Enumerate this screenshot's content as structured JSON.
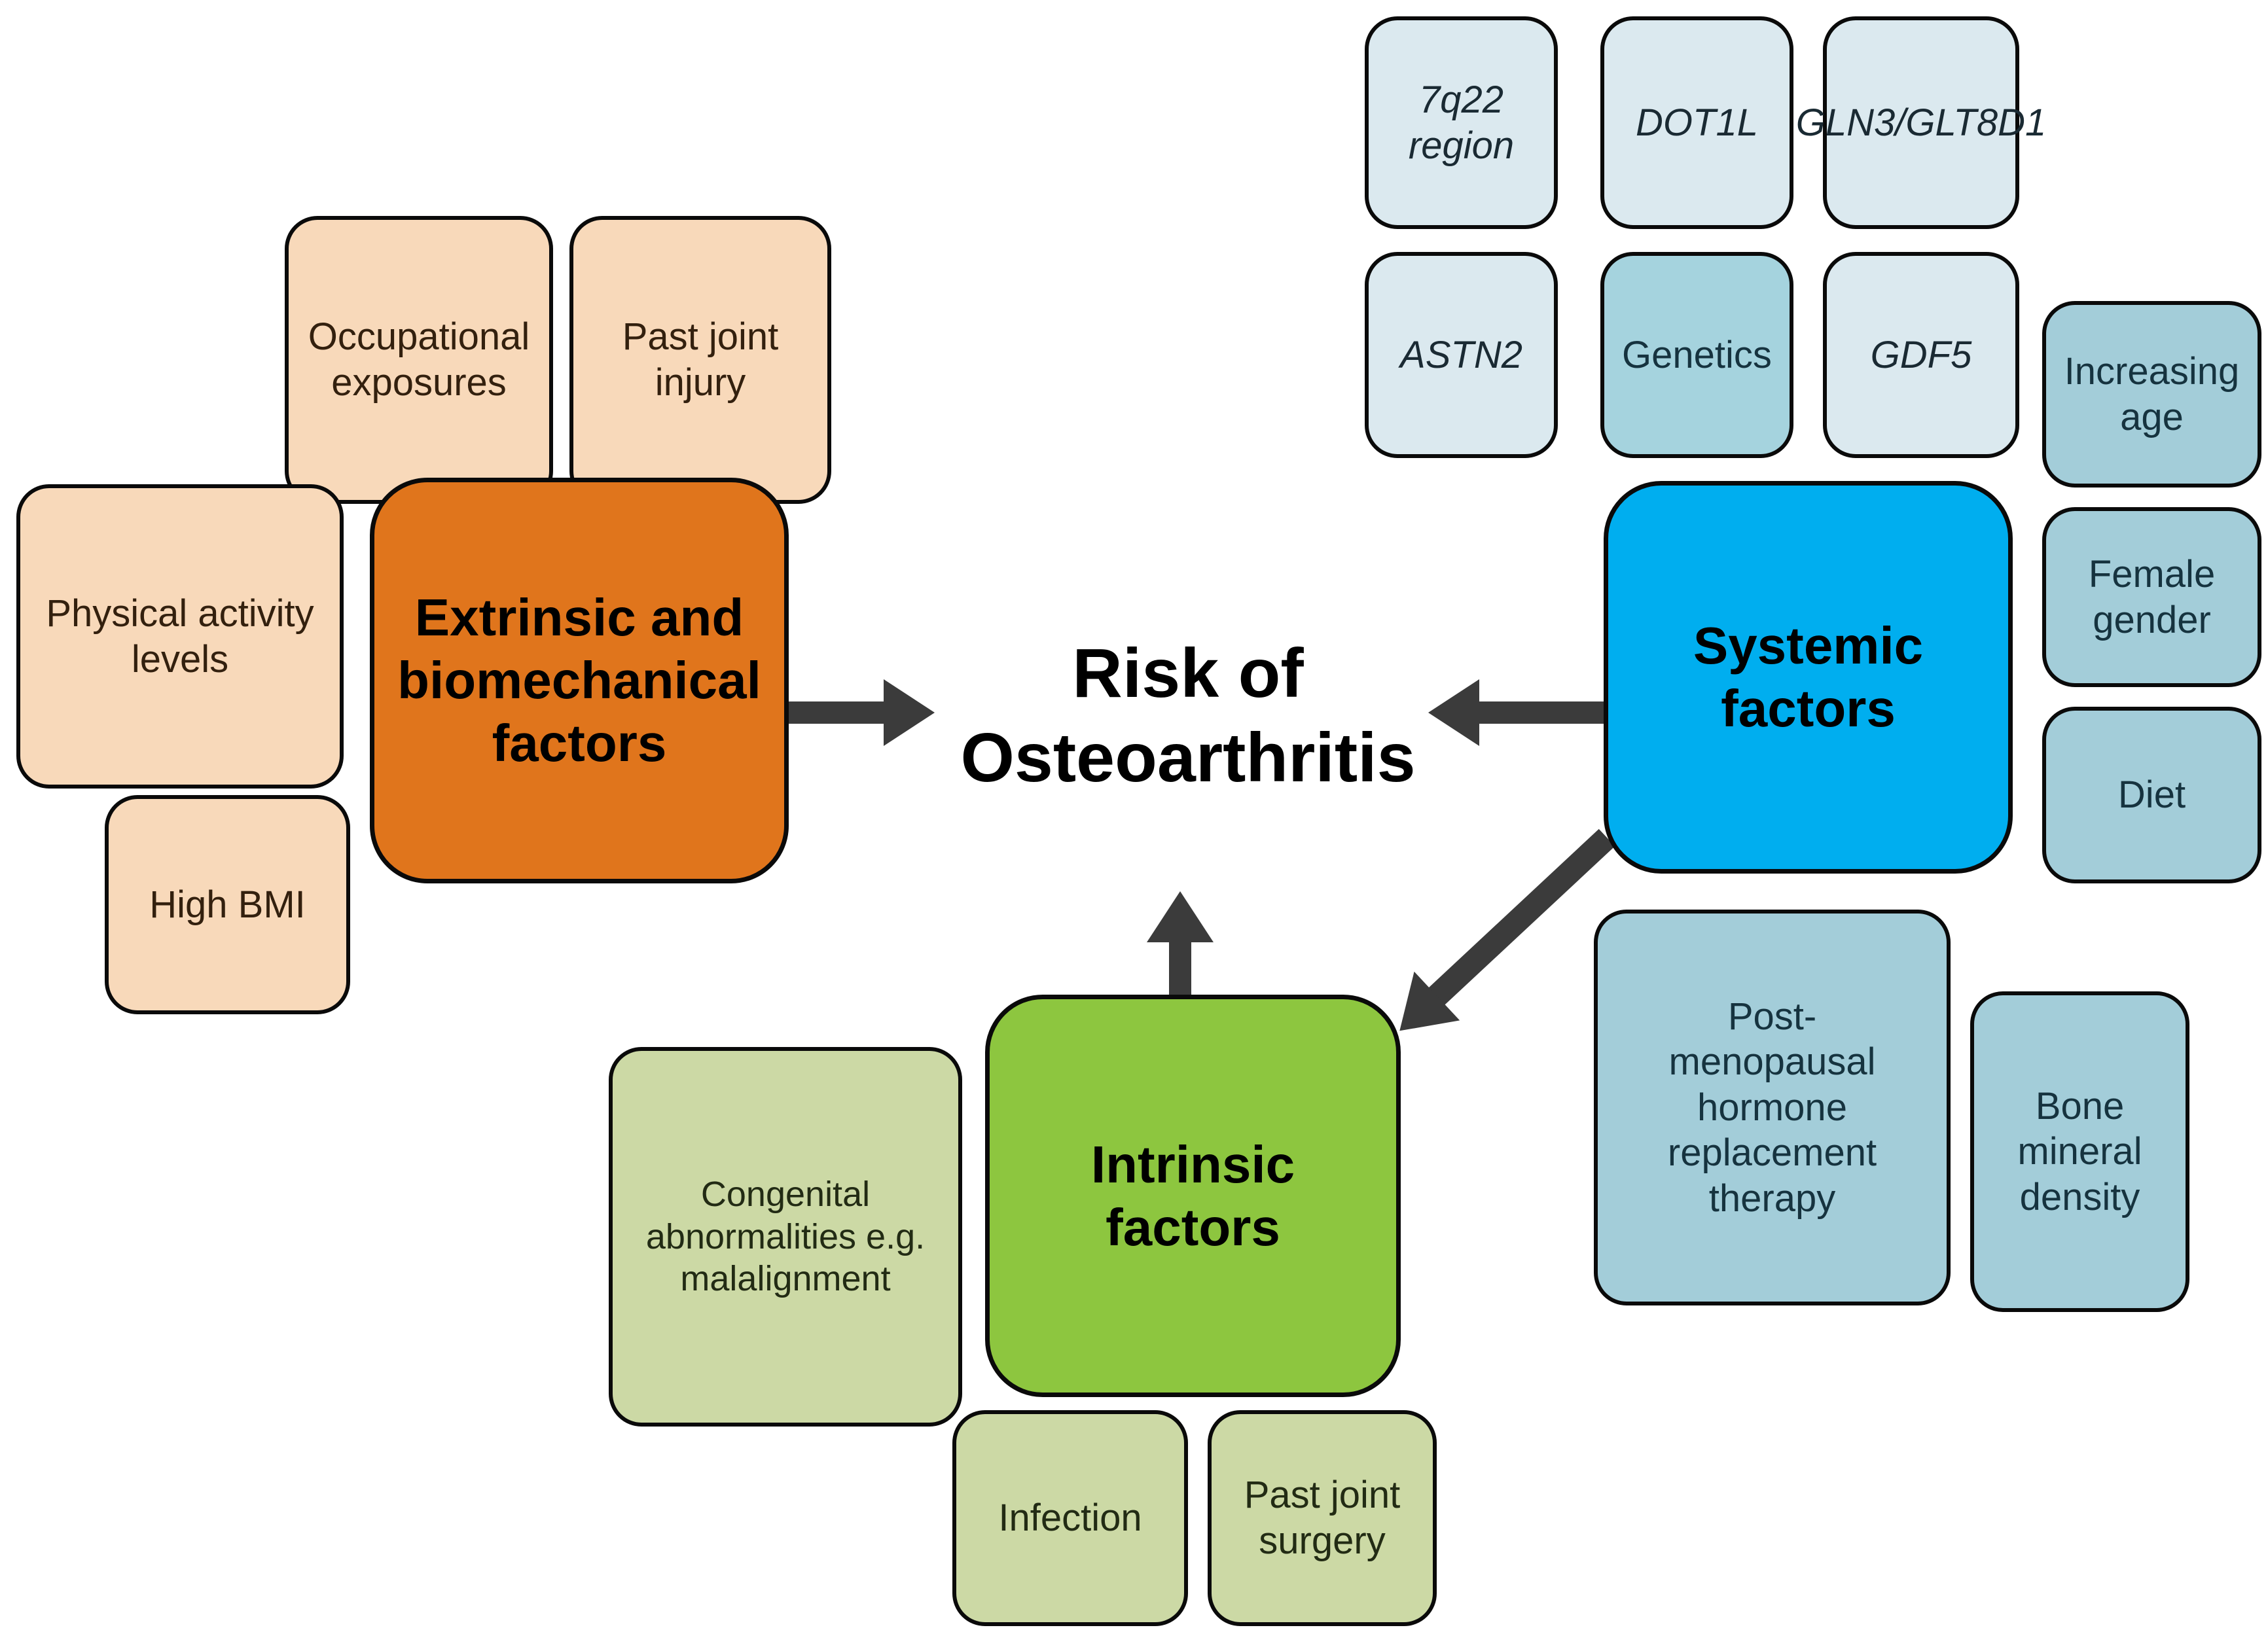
{
  "figure": {
    "title": "Risk of Osteoarthritis"
  },
  "extrinsic": {
    "label": "Extrinsic and biomechanical factors",
    "occupational": "Occupational exposures",
    "past_joint_injury": "Past joint injury",
    "physical_activity": "Physical activity levels",
    "high_bmi": "High BMI"
  },
  "systemic": {
    "label": "Systemic factors",
    "region_7q22": "7q22 region",
    "dot1l": "DOT1L",
    "gln3_glt8d1": "GLN3/GLT8D1",
    "astn2": "ASTN2",
    "genetics": "Genetics",
    "gdf5": "GDF5",
    "increasing_age": "Increasing age",
    "female_gender": "Female gender",
    "diet": "Diet",
    "post_menopausal": "Post-menopausal hormone replacement therapy",
    "bone_mineral_density": "Bone mineral density"
  },
  "intrinsic": {
    "label": "Intrinsic factors",
    "congenital": "Congenital abnormalities e.g. malalignment",
    "infection": "Infection",
    "past_joint_surgery": "Past joint surgery"
  },
  "colors": {
    "orange": "#e0751c",
    "peach": "#f8d9ba",
    "blue_main": "#00aeef",
    "blue_light": "#dbe9ef",
    "blue_medium": "#a5d3de",
    "blue_side": "#a3cdd9",
    "green_main": "#8dc63f",
    "green_pale": "#ccd9a5",
    "arrow": "#3b3b3b",
    "border": "#0a0a0a"
  }
}
